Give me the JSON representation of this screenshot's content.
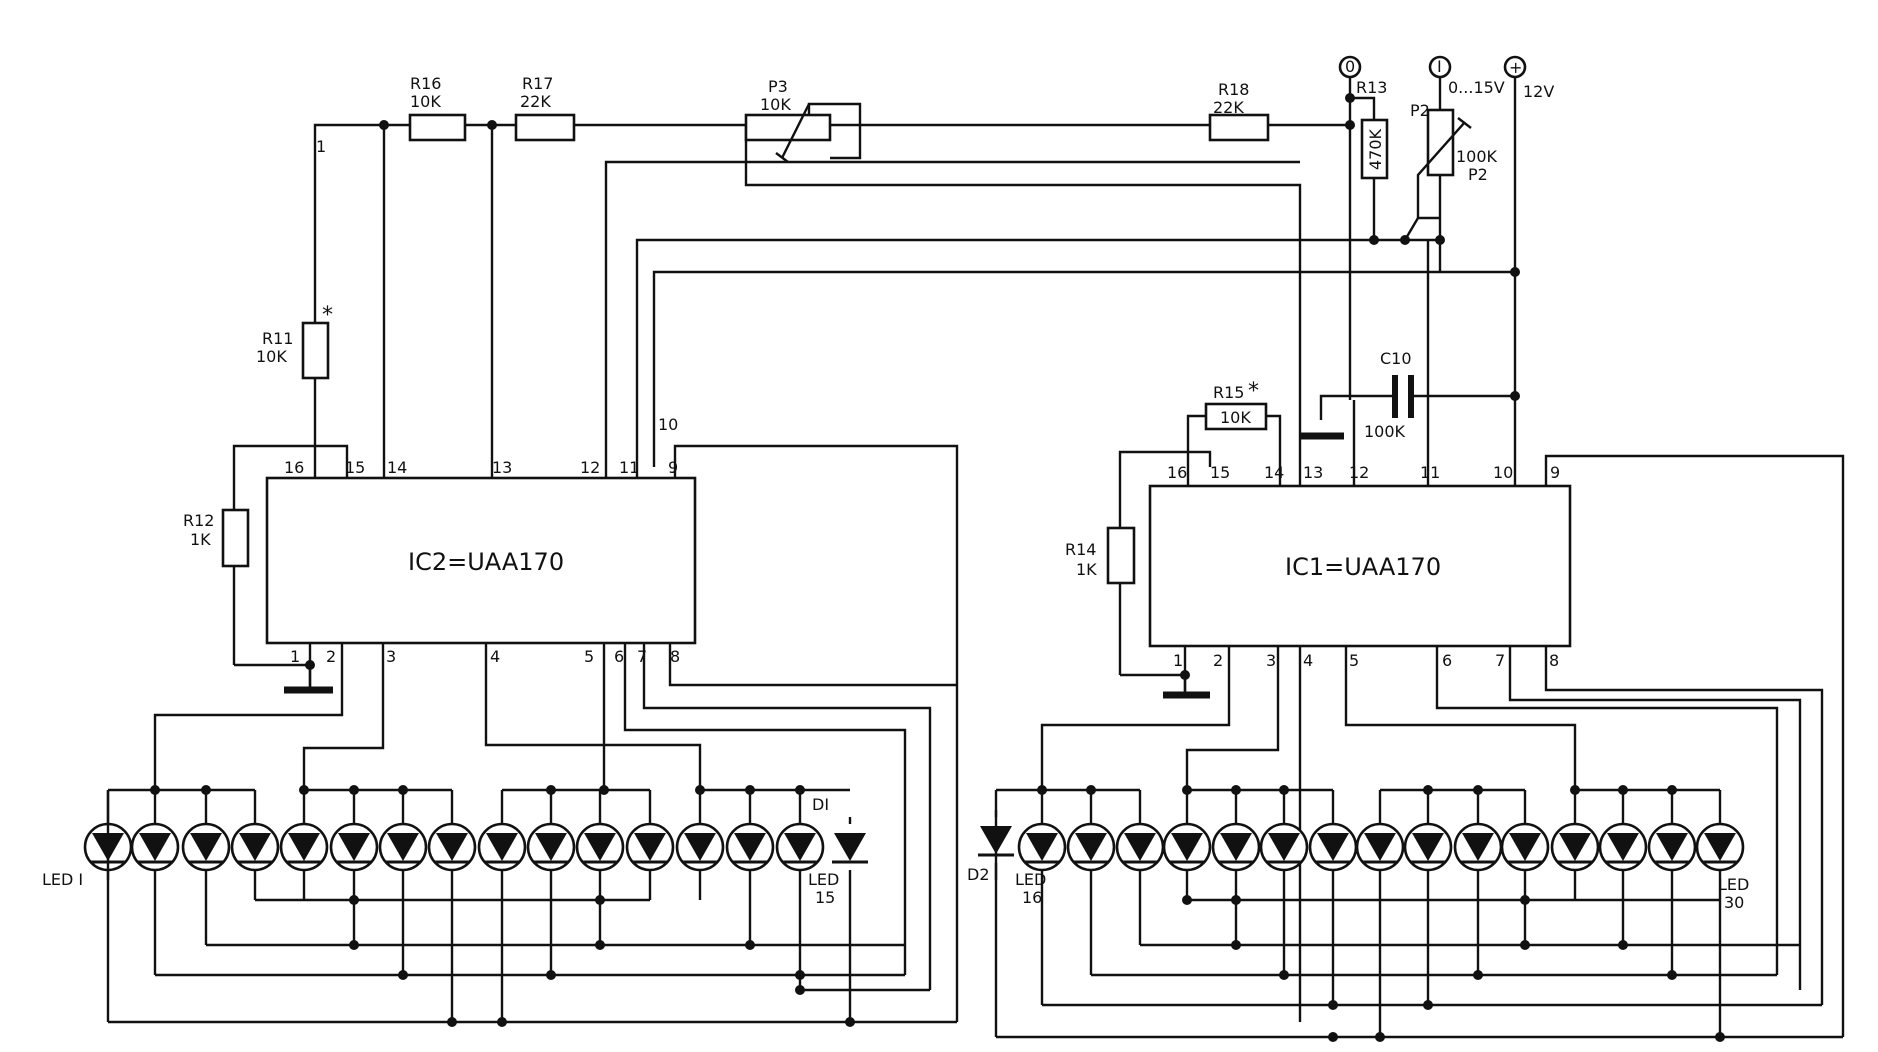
{
  "ic2": {
    "label": "IC2=UAA170",
    "pins_top": [
      "16",
      "15",
      "14",
      "13",
      "12",
      "11",
      "9"
    ],
    "pin10": "10",
    "pins_bottom": [
      "1",
      "2",
      "3",
      "4",
      "5",
      "6",
      "7",
      "8"
    ],
    "pin_top_1": "1"
  },
  "ic1": {
    "label": "IC1=UAA170",
    "pins_top": [
      "16",
      "15",
      "14",
      "13",
      "12",
      "11",
      "10",
      "9"
    ],
    "pins_bottom": [
      "1",
      "2",
      "3",
      "4",
      "5",
      "6",
      "7",
      "8"
    ]
  },
  "resistors": {
    "r16": {
      "name": "R16",
      "value": "10K"
    },
    "r17": {
      "name": "R17",
      "value": "22K"
    },
    "p3": {
      "name": "P3",
      "value": "10K"
    },
    "r18": {
      "name": "R18",
      "value": "22K"
    },
    "r13": {
      "name": "R13",
      "value": "470K"
    },
    "p2": {
      "name": "P2",
      "value": "100K",
      "name2": "P2"
    },
    "r11": {
      "name": "R11",
      "value": "10K",
      "mark": "*"
    },
    "r12": {
      "name": "R12",
      "value": "1K"
    },
    "r15": {
      "name": "R15",
      "value": "10K",
      "mark": "*"
    },
    "r14": {
      "name": "R14",
      "value": "1K"
    },
    "c10": {
      "name": "C10",
      "value": "100K"
    }
  },
  "terminals": {
    "t0": {
      "symbol": "0"
    },
    "t1": {
      "symbol": "I",
      "label": "0...15V"
    },
    "tplus": {
      "symbol": "+",
      "label": "12V"
    }
  },
  "leds": {
    "led1": "LED I",
    "led15a": "LED",
    "led15b": "15",
    "d1": "DI",
    "d2": "D2",
    "led16a": "LED",
    "led16b": "16",
    "led30a": "LED",
    "led30b": "30"
  }
}
